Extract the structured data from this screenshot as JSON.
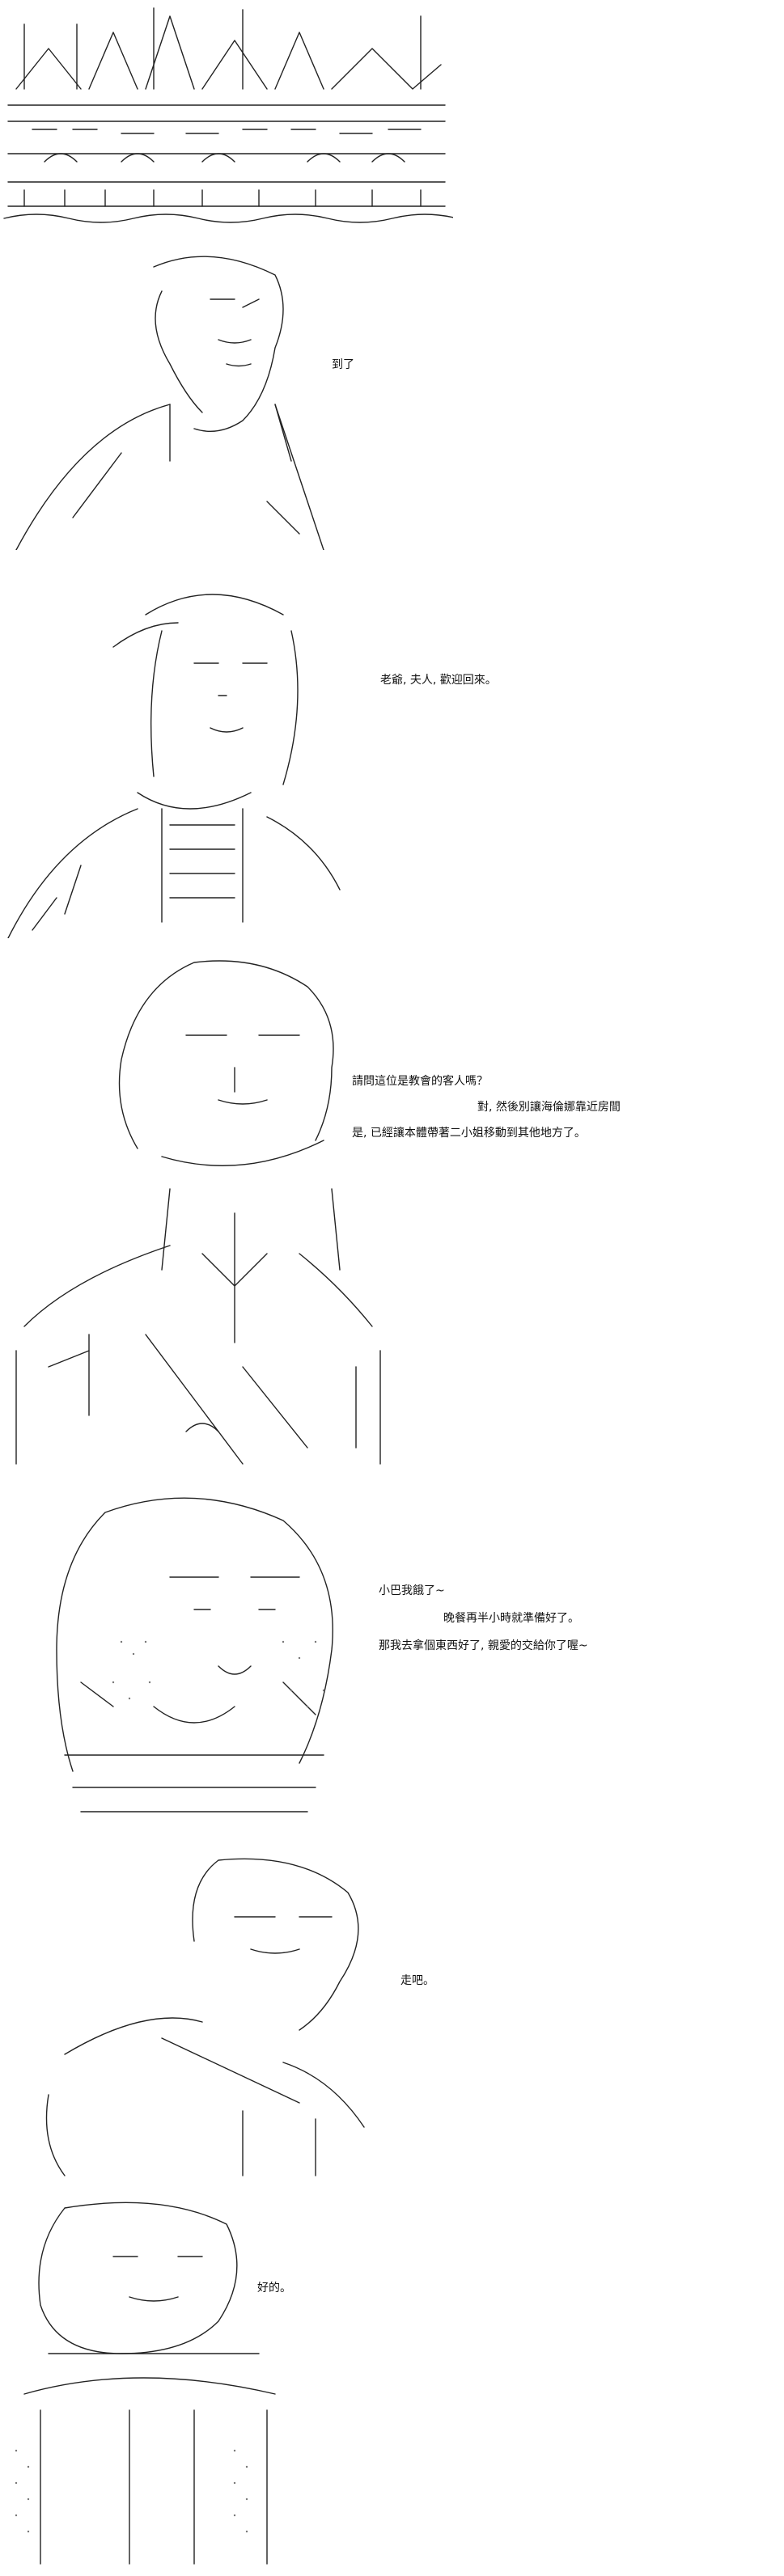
{
  "panels": [
    {
      "id": "mansion",
      "lines": []
    },
    {
      "id": "arrival",
      "lines": [
        "到了"
      ]
    },
    {
      "id": "welcome",
      "lines": [
        "老爺, 夫人, 歡迎回來。"
      ]
    },
    {
      "id": "guests",
      "lines": [
        "請問這位是教會的客人嗎？",
        "對, 然後別讓海倫娜靠近房間",
        "是, 已經讓本體帶著二小姐移動到其他地方了。"
      ]
    },
    {
      "id": "tomoe",
      "lines": [
        "小巴我餓了~",
        "晚餐再半小時就準備好了。",
        "那我去拿個東西好了, 親愛的交給你了喔~"
      ]
    },
    {
      "id": "go",
      "lines": [
        "走吧。"
      ]
    },
    {
      "id": "ok",
      "lines": [
        "好的。"
      ]
    }
  ]
}
